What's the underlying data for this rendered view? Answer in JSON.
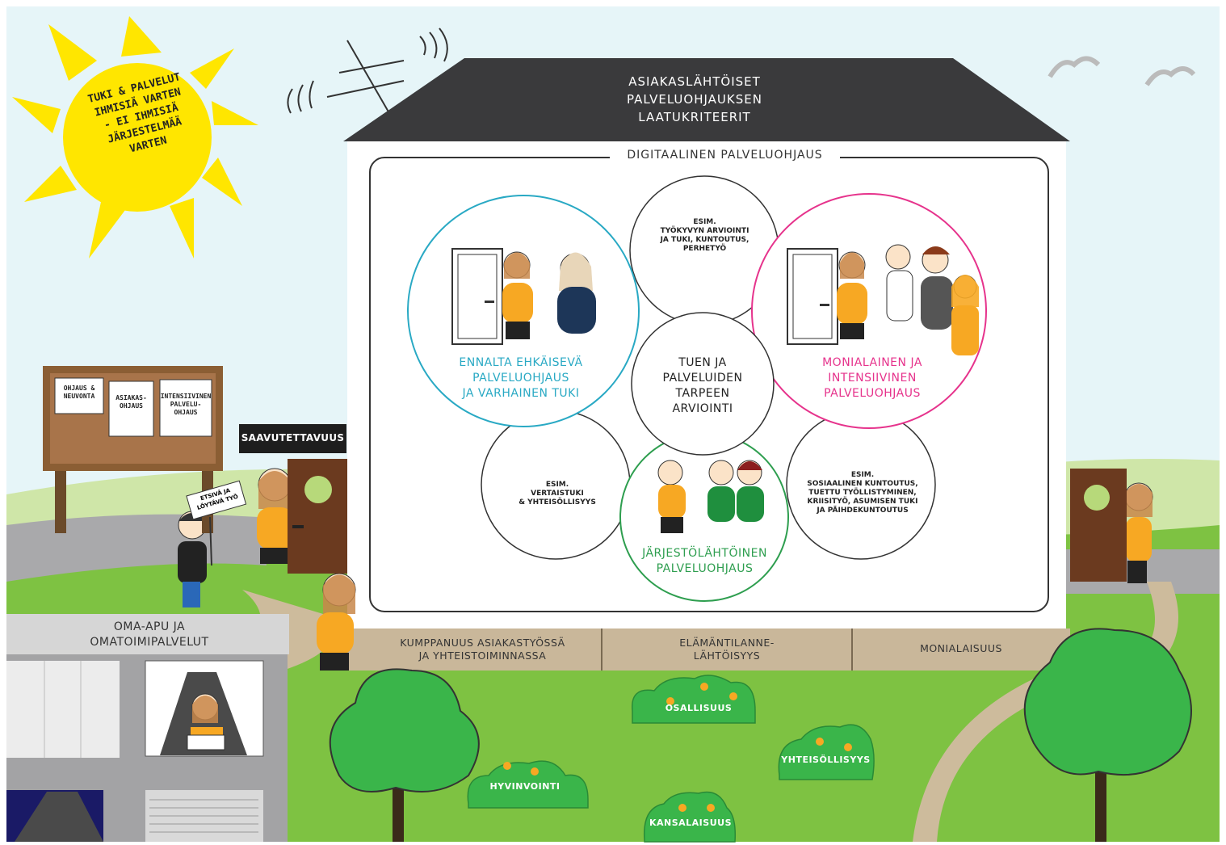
{
  "sun_text": [
    "TUKI & PALVELUT",
    "IHMISIÄ VARTEN",
    "- EI IHMISIÄ",
    "JÄRJESTELMÄÄ",
    "VARTEN"
  ],
  "roof_title": [
    "ASIAKASLÄHTÖISET",
    "PALVELUOHJAUKSEN",
    "LAATUKRITEERIT"
  ],
  "frame_title": "DIGITAALINEN PALVELUOHJAUS",
  "circles": {
    "top_example": [
      "ESIM.",
      "TYÖKYVYN ARVIOINTI",
      "JA TUKI, KUNTOUTUS,",
      "PERHETYÖ"
    ],
    "left_main": [
      "ENNALTA EHKÄISEVÄ",
      "PALVELUOHJAUS",
      "JA VARHAINEN TUKI"
    ],
    "center": [
      "TUEN JA",
      "PALVELUIDEN",
      "TARPEEN",
      "ARVIOINTI"
    ],
    "right_main": [
      "MONIALAINEN JA",
      "INTENSIIVINEN",
      "PALVELUOHJAUS"
    ],
    "bottom_left_example": [
      "ESIM.",
      "VERTAISTUKI",
      "& YHTEISÖLLISYYS"
    ],
    "bottom_main": [
      "JÄRJESTÖLÄHTÖINEN",
      "PALVELUOHJAUS"
    ],
    "bottom_right_example": [
      "ESIM.",
      "SOSIAALINEN KUNTOUTUS,",
      "TUETTU TYÖLLISTYMINEN,",
      "KRIISITYÖ, ASUMISEN TUKI",
      "JA PÄIHDEKUNTOUTUS"
    ]
  },
  "foundation": [
    [
      "KUMPPANUUS ASIAKASTYÖSSÄ",
      "JA YHTEISTOIMINNASSA"
    ],
    [
      "ELÄMÄNTILANNE-",
      "LÄHTÖISYYS"
    ],
    [
      "MONIALAISUUS"
    ]
  ],
  "board_notes": [
    [
      "OHJAUS &",
      "NEUVONTA"
    ],
    [
      "ASIAKAS-",
      "OHJAUS"
    ],
    [
      "INTENSIIVINEN",
      "PALVELU-",
      "OHJAUS"
    ]
  ],
  "accessibility_sign": "SAAVUTETTAVUUS",
  "picket_sign": [
    "ETSIVÄ JA",
    "LÖYTÄVÄ TYÖ"
  ],
  "small_building_title": [
    "OMA-APU JA",
    "OMATOIMIPALVELUT"
  ],
  "bushes": [
    "OSALLISUUS",
    "HYVINVOINTI",
    "YHTEISÖLLISYYS",
    "KANSALAISUUS"
  ],
  "colors": {
    "sky": "#e6f5f8",
    "sun": "#ffe600",
    "roof": "#3a3a3c",
    "grass": "#7ec242",
    "tree": "#3ab54a",
    "cyan": "#29a9c4",
    "magenta": "#e6338c",
    "green": "#2e9e4f",
    "foundation": "#c9b79a",
    "board": "#8b5e34",
    "door": "#6b3a1f",
    "orange": "#f7a823"
  }
}
